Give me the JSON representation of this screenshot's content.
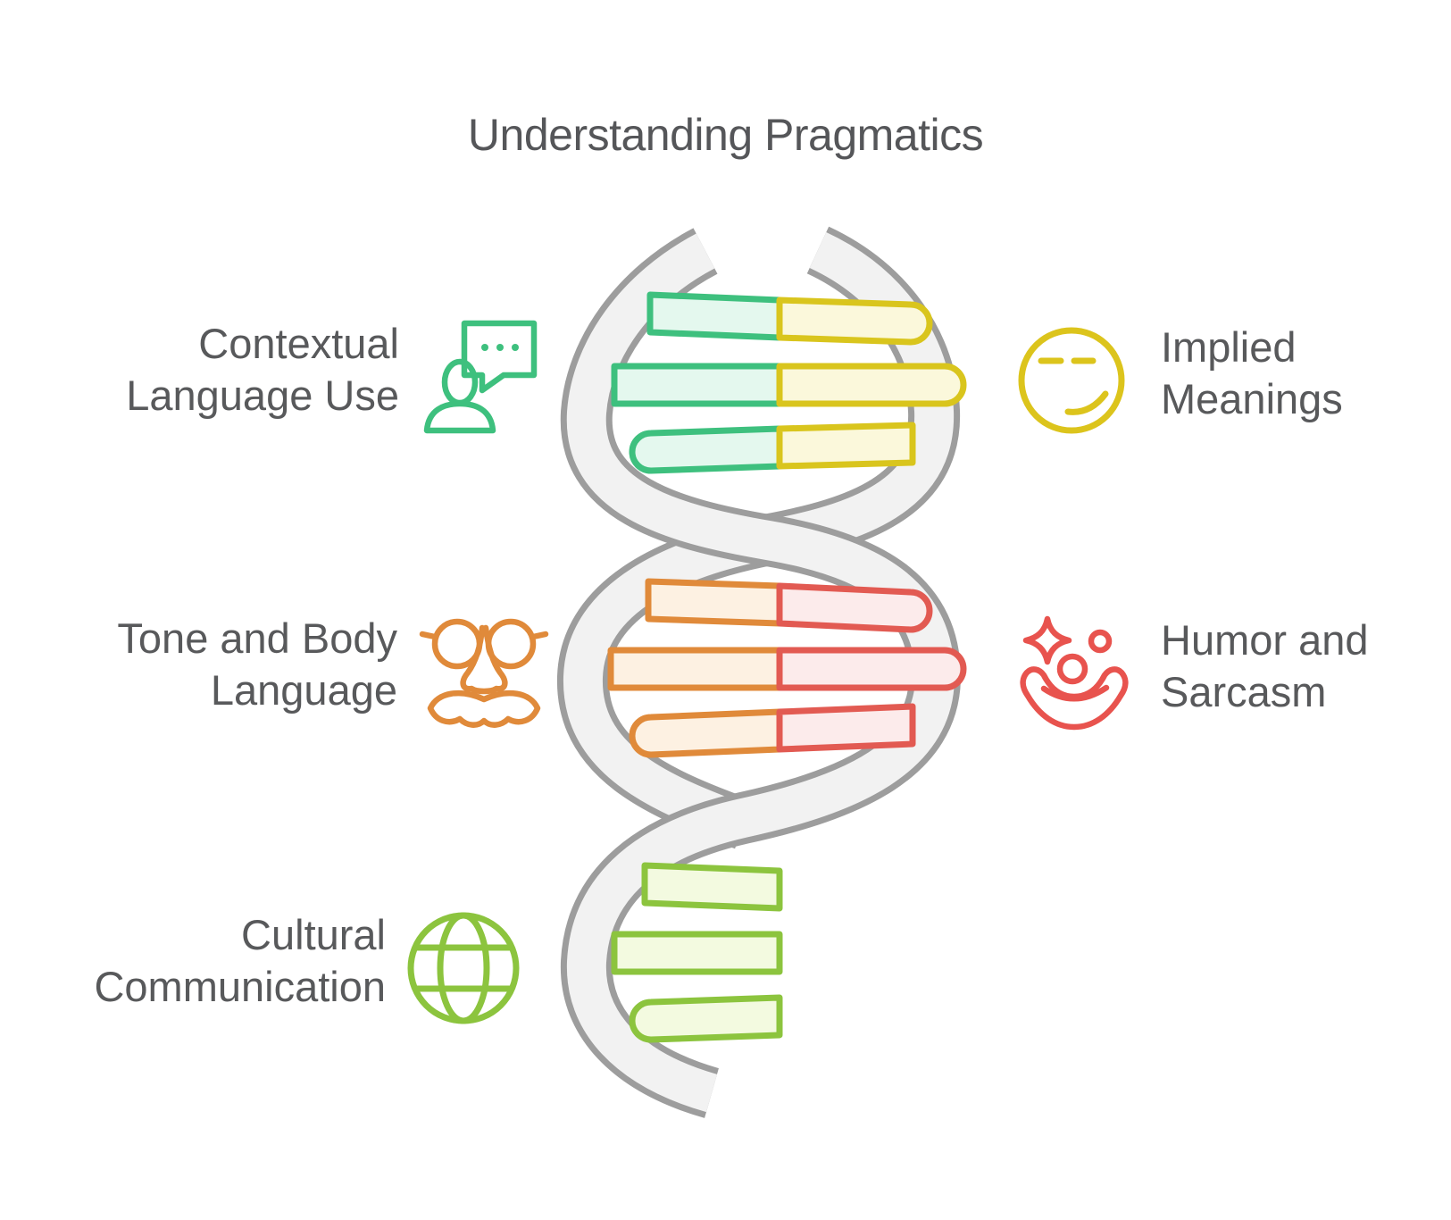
{
  "title": "Understanding Pragmatics",
  "items": [
    {
      "id": "contextual-language-use",
      "line1": "Contextual",
      "line2": "Language Use",
      "icon": "person-speech-bubble-icon",
      "side": "left",
      "color": "#3EC07E"
    },
    {
      "id": "implied-meanings",
      "line1": "Implied",
      "line2": "Meanings",
      "icon": "smirking-face-icon",
      "side": "right",
      "color": "#DCC41C"
    },
    {
      "id": "tone-and-body-language",
      "line1": "Tone and Body",
      "line2": "Language",
      "icon": "disguise-glasses-icon",
      "side": "left",
      "color": "#E08A3A"
    },
    {
      "id": "humor-and-sarcasm",
      "line1": "Humor and",
      "line2": "Sarcasm",
      "icon": "clown-face-icon",
      "side": "right",
      "color": "#E8534E"
    },
    {
      "id": "cultural-communication",
      "line1": "Cultural",
      "line2": "Communication",
      "icon": "globe-icon",
      "side": "left",
      "color": "#8CC43E"
    }
  ],
  "helix": {
    "description": "DNA double helix with three bays of base-pair rungs",
    "rung_groups": [
      {
        "left_color_name": "green",
        "right_color_name": "yellow",
        "rungs": 3
      },
      {
        "left_color_name": "orange",
        "right_color_name": "red",
        "rungs": 3
      },
      {
        "left_color_name": "lime",
        "right_color_name": null,
        "rungs": 3
      }
    ]
  },
  "colors": {
    "text": "#58595B",
    "title_text": "#555659",
    "strand_stroke": "#9D9D9D",
    "strand_fill": "#F2F2F2",
    "green": "#3EC07E",
    "green_light": "#E4F8EE",
    "yellow": "#D9C51D",
    "yellow_light": "#FBF8DB",
    "orange": "#E08A3A",
    "orange_light": "#FDF1E2",
    "red": "#E25A52",
    "red_light": "#FCEBEB",
    "lime": "#8CC43E",
    "lime_light": "#F3FAE0"
  }
}
